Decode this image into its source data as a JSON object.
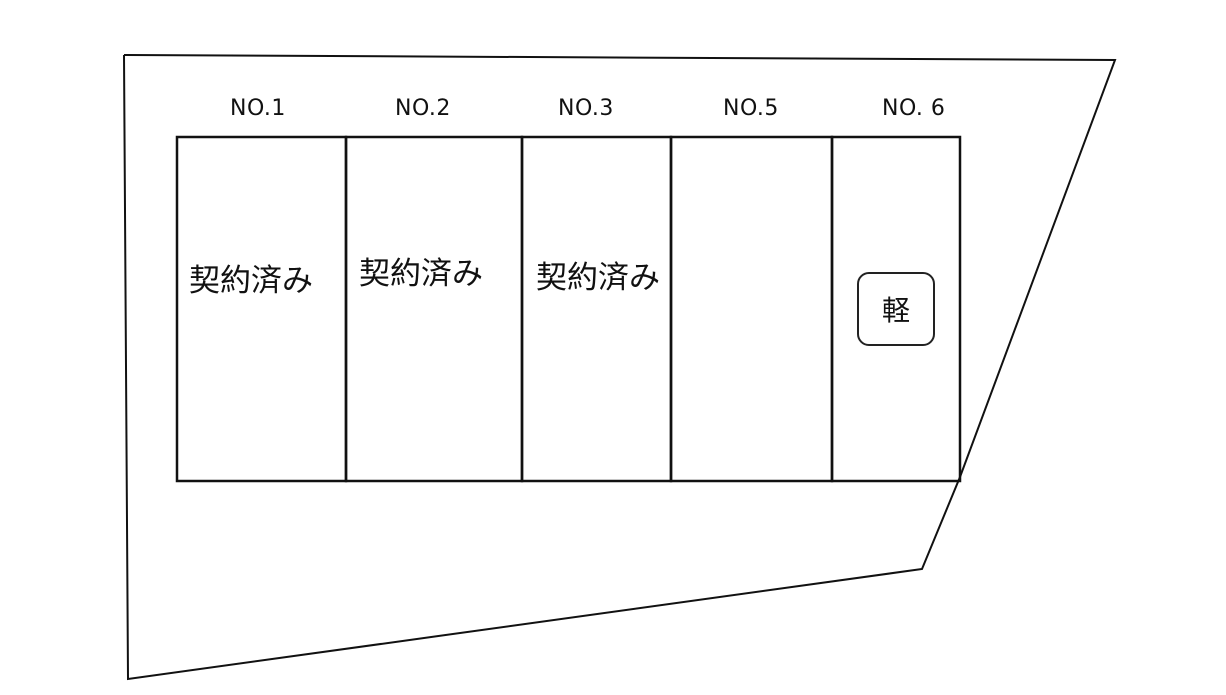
{
  "diagram": {
    "spaces": [
      {
        "label": "NO.1",
        "status": "契約済み"
      },
      {
        "label": "NO.2",
        "status": "契約済み"
      },
      {
        "label": "NO.3",
        "status": "契約済み"
      },
      {
        "label": "NO.5",
        "status": ""
      },
      {
        "label": "NO. 6",
        "status": "",
        "badge": "軽"
      }
    ]
  }
}
